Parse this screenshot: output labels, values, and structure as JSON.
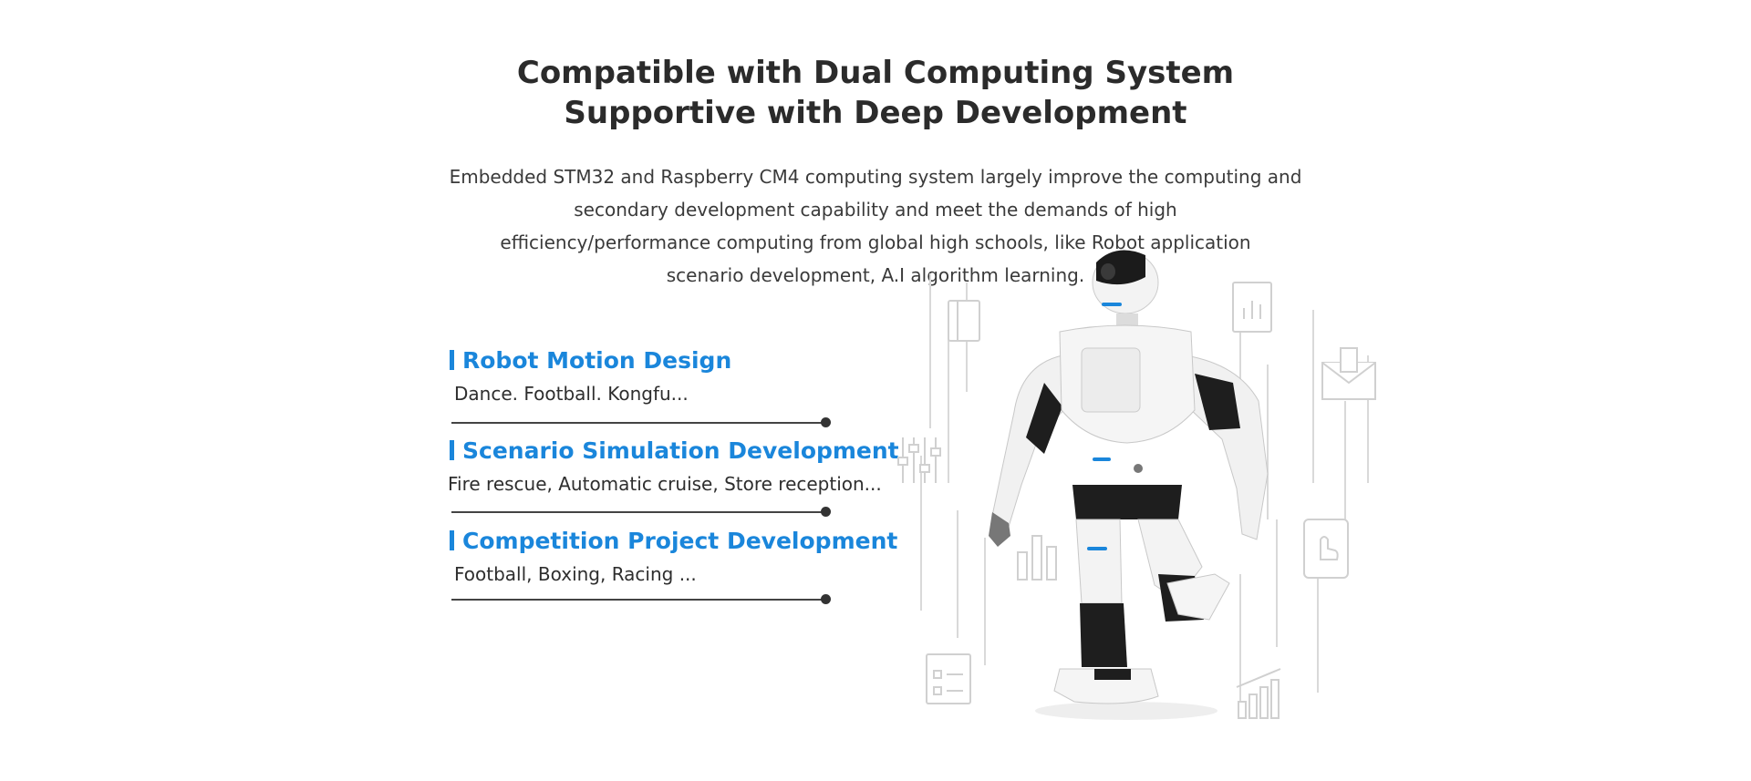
{
  "header": {
    "title_line1": "Compatible with Dual Computing System",
    "title_line2": "Supportive with Deep Development"
  },
  "description": {
    "line1": "Embedded STM32 and Raspberry CM4 computing system largely improve the computing and",
    "line2": "secondary development capability and meet the demands of high",
    "line3": "efficiency/performance computing from global high schools, like Robot application",
    "line4": "scenario development, A.I algorithm learning."
  },
  "features": [
    {
      "title": "Robot Motion Design",
      "text": "Dance. Football. Kongfu..."
    },
    {
      "title": "Scenario Simulation Development",
      "text": "Fire rescue, Automatic cruise, Store reception..."
    },
    {
      "title": "Competition Project Development",
      "text": "Football, Boxing, Racing ..."
    }
  ],
  "colors": {
    "accent": "#1a86db",
    "heading": "#2b2b2b",
    "text": "#2e2e2e",
    "line": "#444444"
  },
  "illustration": {
    "subject": "humanoid-robot",
    "background_icons": [
      "book-icon",
      "document-chart-icon",
      "mail-chart-icon",
      "equalizer-icon",
      "bar-chart-icon",
      "tablet-touch-icon",
      "checklist-icon",
      "growth-chart-icon"
    ]
  }
}
